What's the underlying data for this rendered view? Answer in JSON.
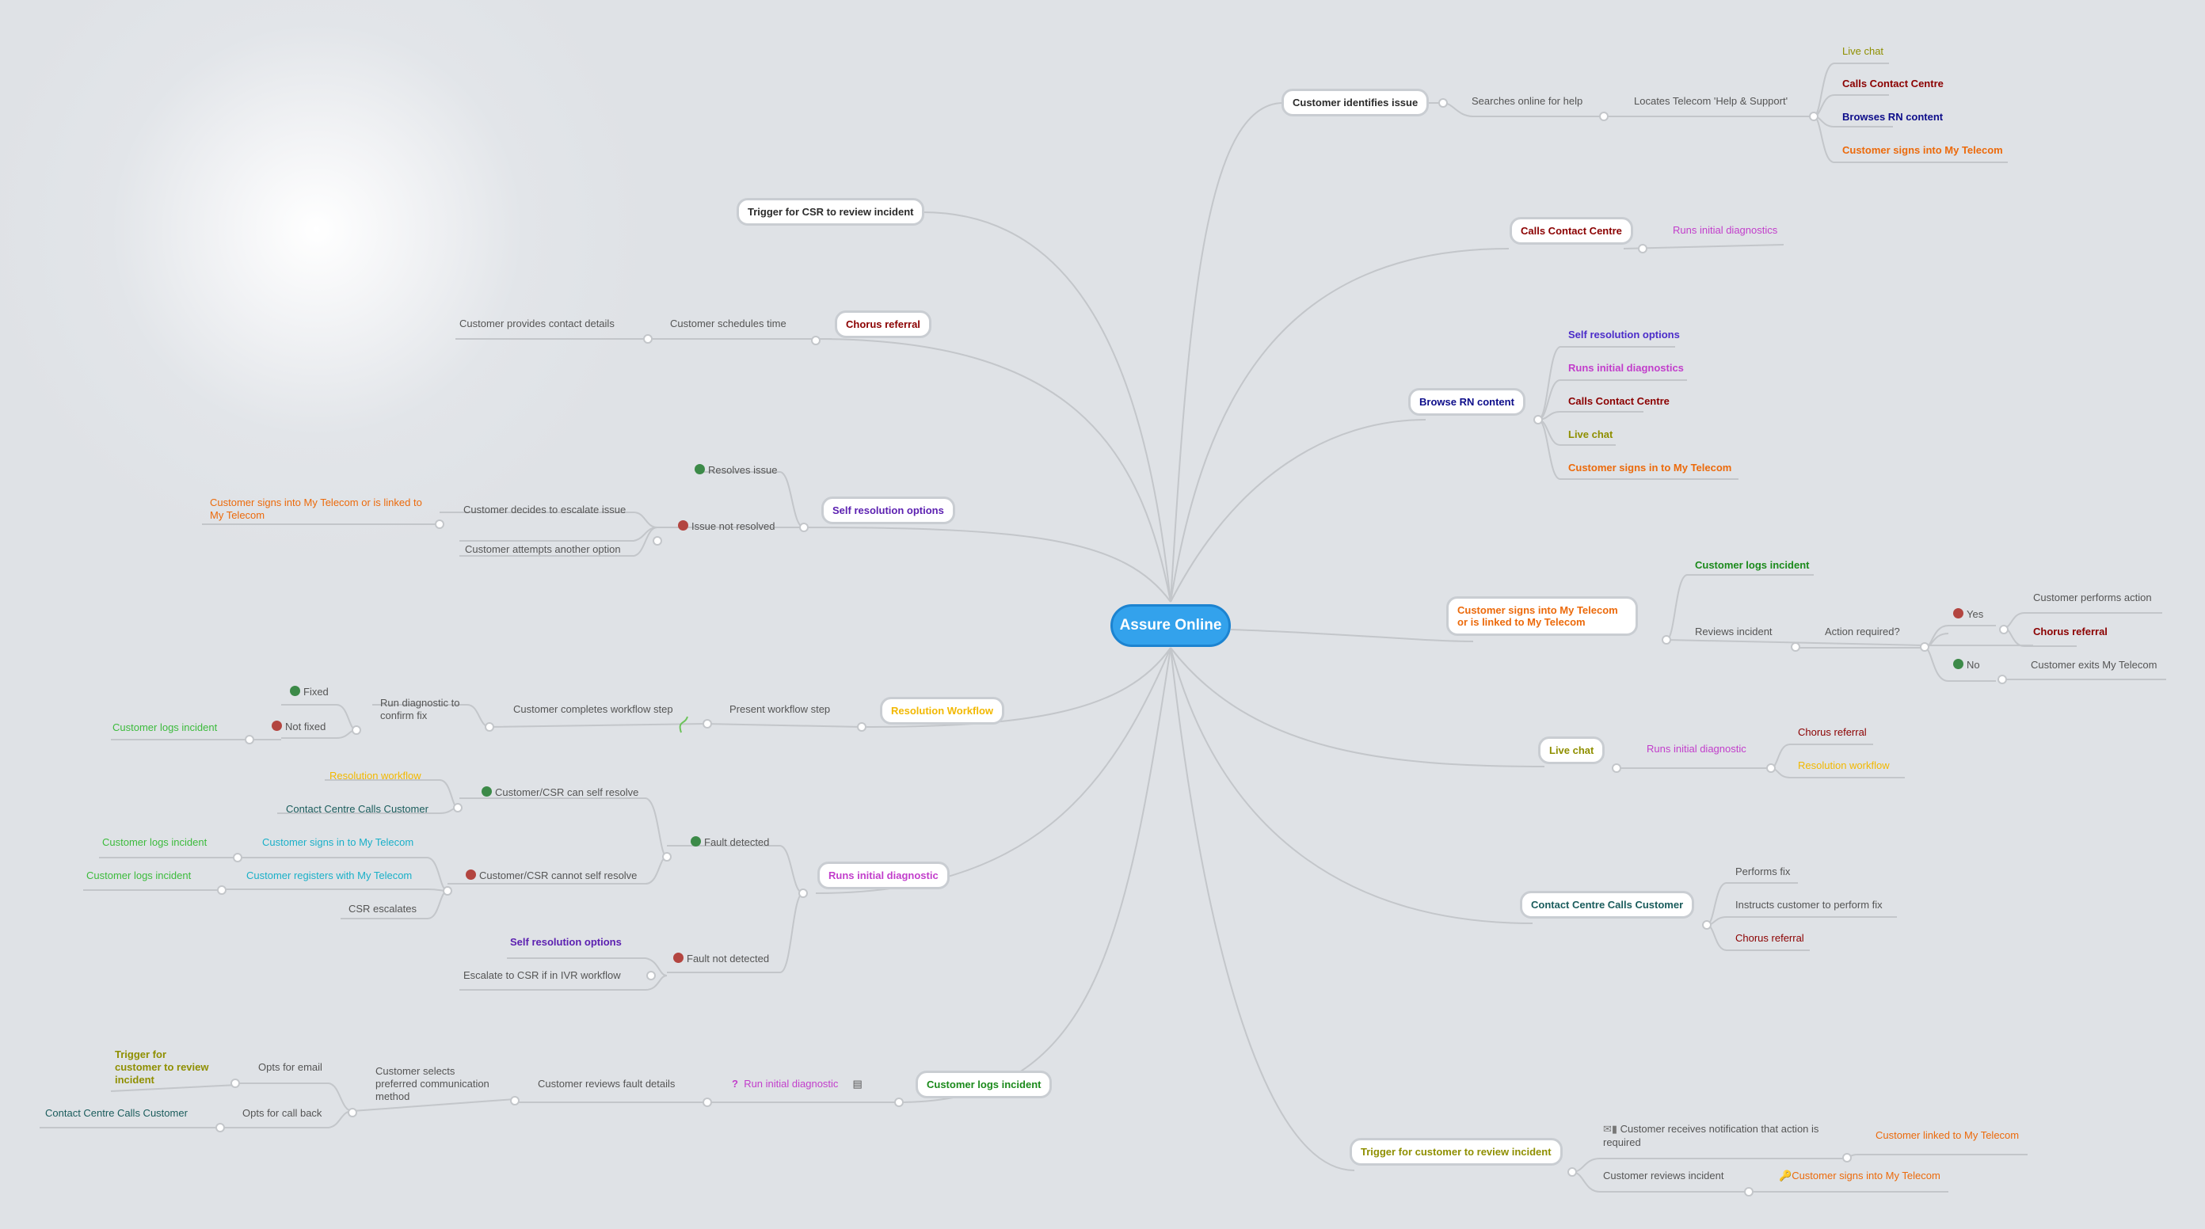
{
  "colors": {
    "muted": "#555555",
    "link": "#cccccc",
    "dark": "#2b2b2b",
    "maroon": "#8b0000",
    "navy": "#0d0d8a",
    "orange": "#ec6a0b",
    "olive": "#8f8f00",
    "magenta": "#c23ecb",
    "green": "#1b8a1b",
    "lightgreen": "#3cbb3c",
    "gold": "#f2b800",
    "purple": "#5b1fb0",
    "teal": "#1a5c5c",
    "cyan": "#1ab0c8",
    "violet": "#4b2cc9",
    "root": "#33a2ec"
  },
  "root": {
    "label": "Assure Online"
  },
  "nodes": {
    "customer_identifies_issue": "Customer identifies issue",
    "searches_online": "Searches online for help",
    "locates_help": "Locates Telecom 'Help & Support'",
    "ci_live_chat": "Live chat",
    "ci_calls_cc": "Calls Contact Centre",
    "ci_browses_rn": "Browses RN content",
    "ci_signs_in": "Customer signs into My Telecom",
    "calls_cc": "Calls Contact Centre",
    "cc_runs_initial": "Runs initial diagnostics",
    "browse_rn": "Browse RN content",
    "br_self_res": "Self resolution options",
    "br_runs_initial": "Runs initial diagnostics",
    "br_calls_cc": "Calls Contact Centre",
    "br_live_chat": "Live chat",
    "br_signs_in": "Customer signs in to My Telecom",
    "signs_in_linked": "Customer signs into My Telecom or is linked to My Telecom",
    "si_logs_incident": "Customer logs incident",
    "si_reviews_incident": "Reviews incident",
    "si_action_required": "Action required?",
    "si_yes": "Yes",
    "si_performs_action": "Customer performs action",
    "si_chorus_referral": "Chorus referral",
    "si_no": "No",
    "si_exits": "Customer exits My Telecom",
    "live_chat": "Live chat",
    "lc_runs_initial": "Runs initial diagnostic",
    "lc_chorus_referral": "Chorus referral",
    "lc_resolution_workflow": "Resolution workflow",
    "cc_calls_customer": "Contact Centre Calls Customer",
    "ccc_performs_fix": "Performs fix",
    "ccc_instructs": "Instructs customer to perform fix",
    "ccc_chorus_referral": "Chorus referral",
    "trigger_customer": "Trigger for customer to review incident",
    "tc_notification": "Customer receives notification that action is required",
    "tc_linked": "Customer linked to My Telecom",
    "tc_reviews": "Customer reviews incident",
    "tc_signs_in": "Customer signs into My Telecom",
    "trigger_csr": "Trigger for CSR to review incident",
    "chorus_referral": "Chorus referral",
    "cr_schedules": "Customer schedules time",
    "cr_contact_details": "Customer provides contact details",
    "self_resolution": "Self resolution options",
    "sr_resolves": "Resolves issue",
    "sr_not_resolved": "Issue not resolved",
    "sr_escalate": "Customer decides to escalate issue",
    "sr_signs_in_linked": "Customer signs into My Telecom or is linked to My Telecom",
    "sr_another_option": "Customer attempts another option",
    "resolution_workflow": "Resolution Workflow",
    "rw_present": "Present workflow step",
    "rw_completes": "Customer completes workflow step",
    "rw_run_diag": "Run diagnostic to confirm fix",
    "rw_fixed": "Fixed",
    "rw_not_fixed": "Not fixed",
    "rw_logs_incident": "Customer logs incident",
    "runs_initial_diag": "Runs initial diagnostic",
    "rd_fault_detected": "Fault detected",
    "rd_can_self": "Customer/CSR can self resolve",
    "rd_resolution_workflow": "Resolution workflow",
    "rd_cc_calls": "Contact Centre Calls Customer",
    "rd_cannot_self": "Customer/CSR cannot self resolve",
    "rd_signs_in": "Customer signs in to My Telecom",
    "rd_logs_1": "Customer logs incident",
    "rd_registers": "Customer registers with My Telecom",
    "rd_logs_2": "Customer logs incident",
    "rd_csr_escalates": "CSR escalates",
    "rd_fault_not": "Fault not detected",
    "rd_self_res": "Self resolution options",
    "rd_escalate_csr": "Escalate to CSR if in IVR workflow",
    "customer_logs": "Customer logs incident",
    "cl_run_initial": "Run initial diagnostic",
    "cl_reviews_fault": "Customer reviews fault details",
    "cl_selects_pref": "Customer selects preferred communication method",
    "cl_opts_email": "Opts for email",
    "cl_trigger": "Trigger for customer to review incident",
    "cl_opts_call": "Opts for call back",
    "cl_cc_calls": "Contact Centre Calls Customer"
  }
}
